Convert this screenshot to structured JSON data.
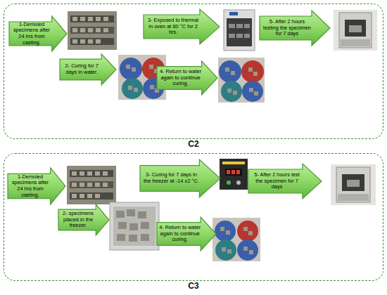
{
  "diagram": {
    "nodes": [
      {
        "text": [
          "C2"
        ]
      },
      {
        "text": [
          "1-Demoled specimens after 24 hrs from casting."
        ],
        "in": 0
      },
      {
        "text": [
          "2- Curing for 7 days in water."
        ],
        "in": 0
      },
      {
        "text": [
          "3- Exposed to thermal in oven at 60 °C for 2 hrs."
        ],
        "in": 0
      },
      {
        "text": [
          "4- Return to water again to continue curing."
        ],
        "in": 0
      },
      {
        "text": [
          "5- After 2 hours testing the specimen for 7 days"
        ],
        "in": 0
      },
      {
        "text": [
          "C3"
        ]
      },
      {
        "text": [
          "1-Demoled specimens after 24 hrs from casting."
        ],
        "in": 6
      },
      {
        "text": [
          "2- specimens placed in the freezer."
        ],
        "in": 6
      },
      {
        "text": [
          "3- Curing for 7 days in the freezer at -14 ±2 °C."
        ],
        "in": 6
      },
      {
        "text": [
          "4- Return to water again to continue curing."
        ],
        "in": 6
      },
      {
        "text": [
          "5- After 2 hours test the specimen for 7 days"
        ],
        "in": 6
      }
    ]
  }
}
